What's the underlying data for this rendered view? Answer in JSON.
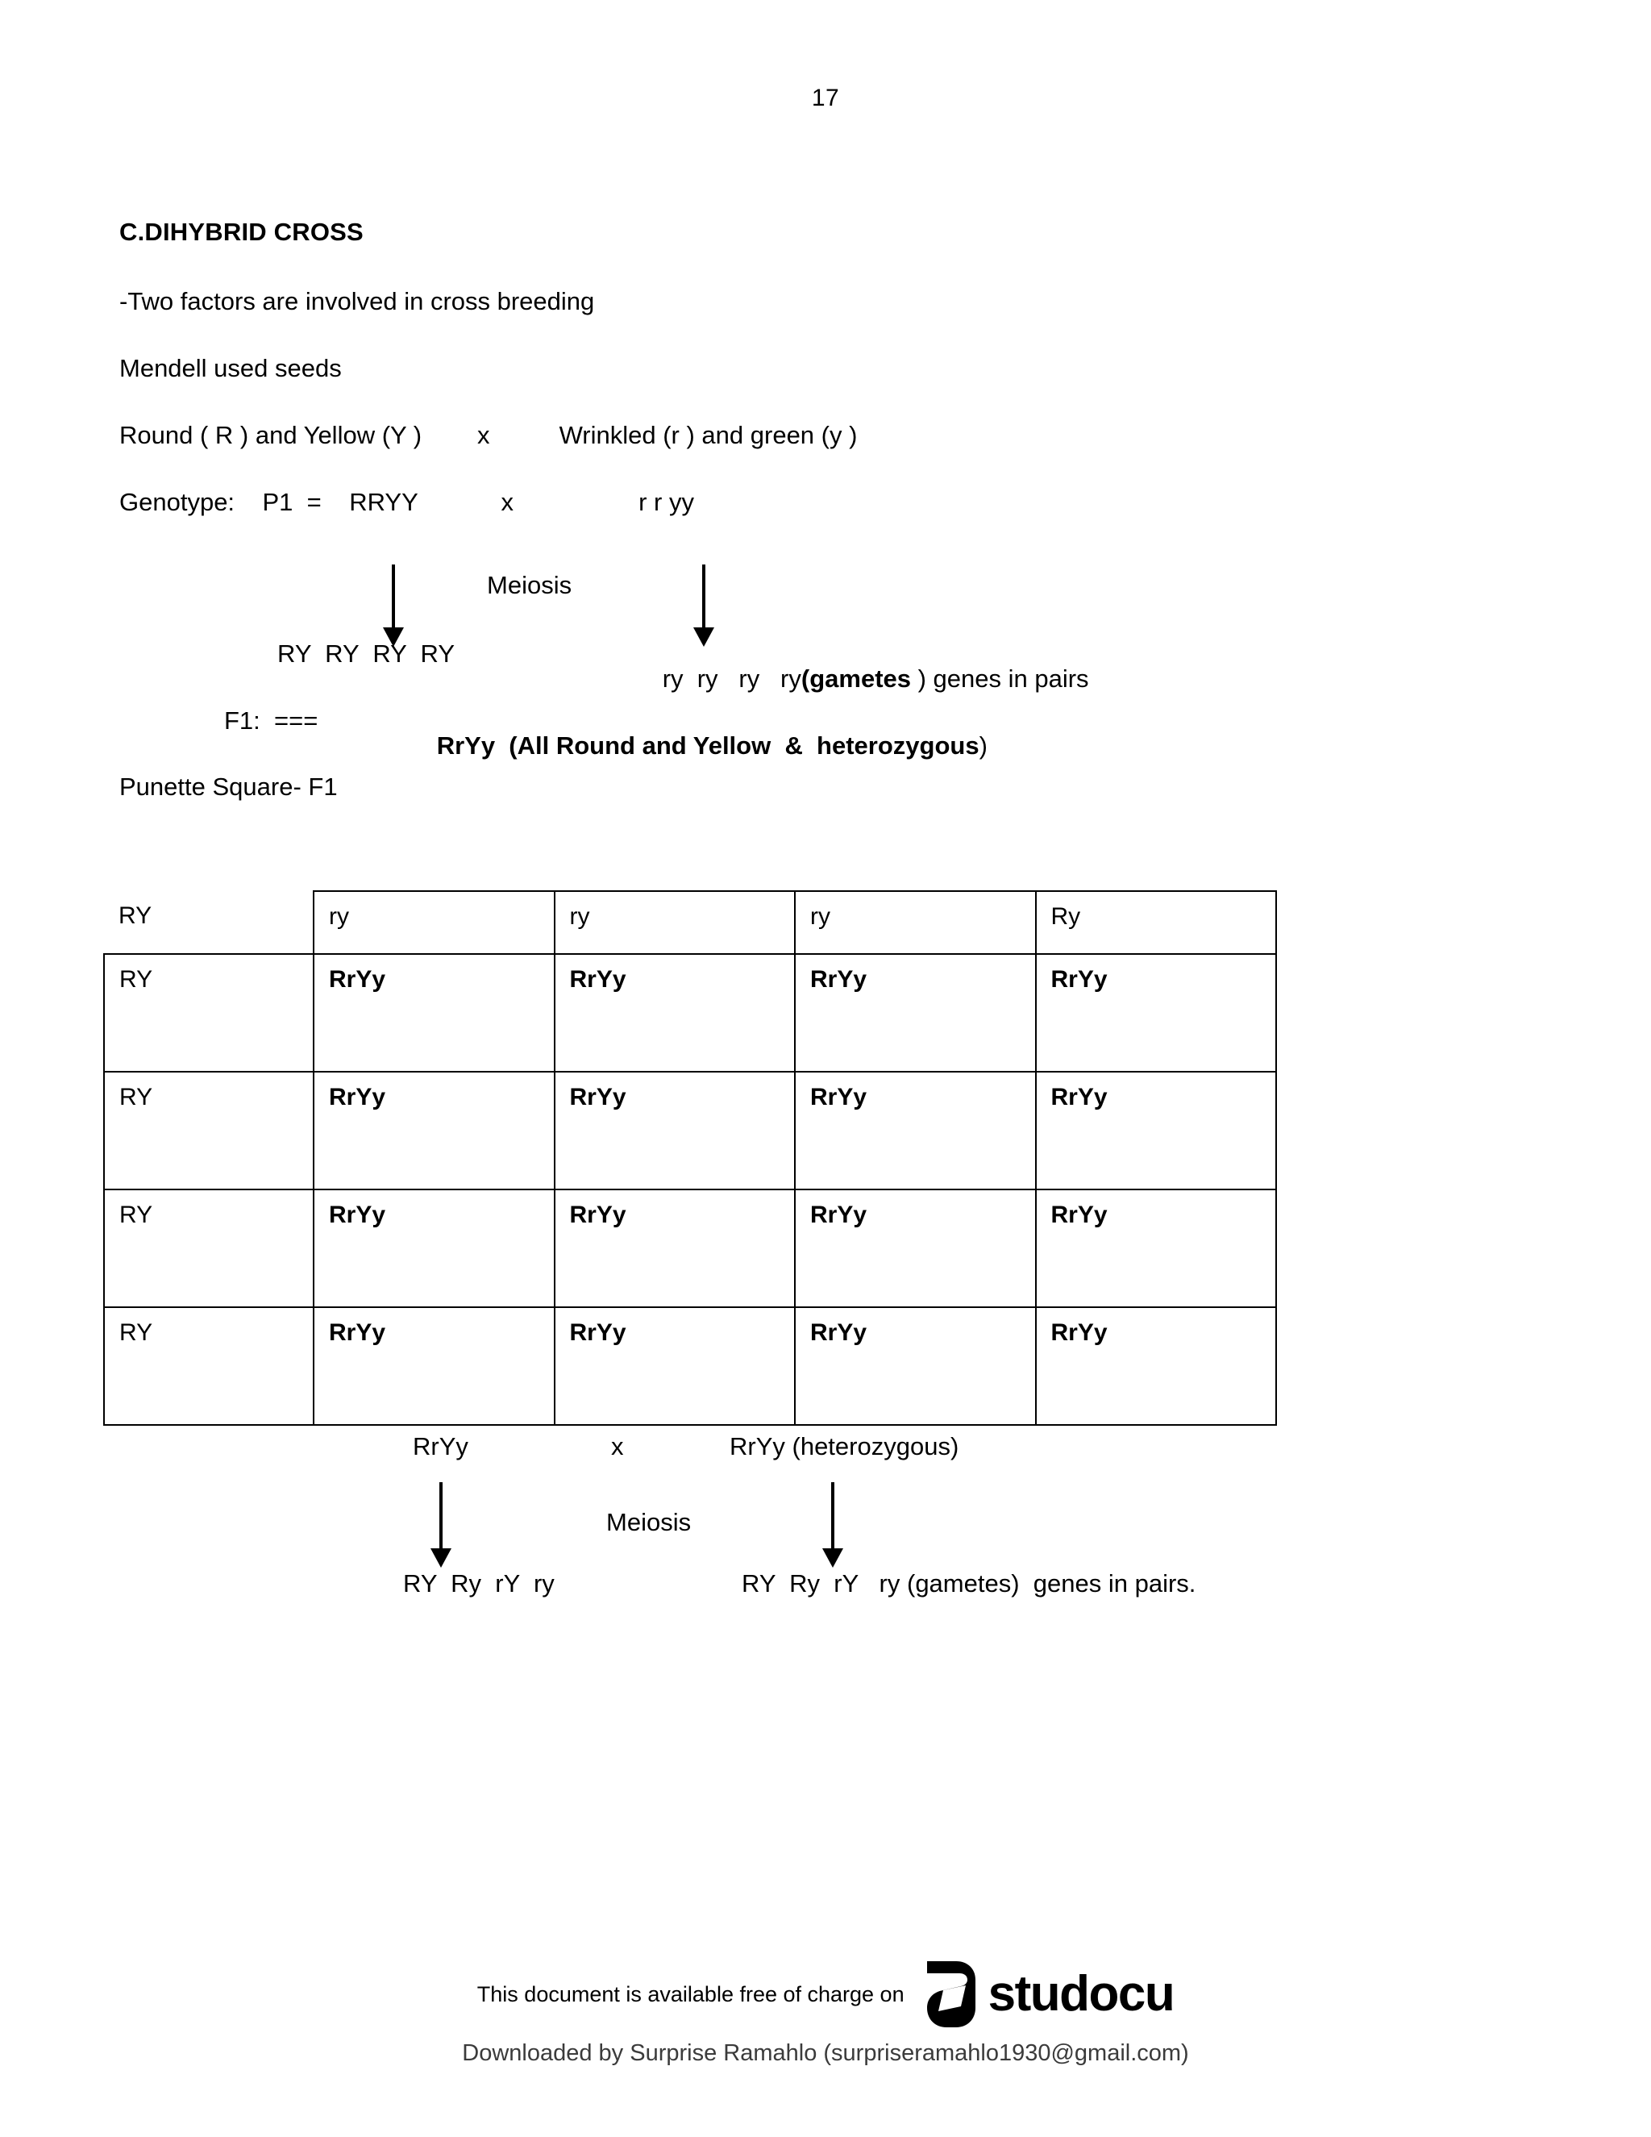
{
  "page": {
    "number": "17"
  },
  "section": {
    "heading": "C.DIHYBRID CROSS",
    "intro_line": "-Two factors are involved in cross breeding",
    "mendel_line": "Mendell used seeds",
    "traits_line": "Round ( R ) and Yellow (Y )        x          Wrinkled (r ) and green (y )",
    "genotype_line": "Genotype:    P1  =    RRYY            x                  r r yy",
    "punnett_caption": "Punette Square- F1"
  },
  "cross_top": {
    "meiosis_label": "Meiosis",
    "gametes_left": "RY  RY  RY  RY",
    "gametes_right": "ry  ry   ry   ry",
    "gametes_word": "(gametes",
    "gametes_suffix": " ) genes in pairs",
    "f1_label": "F1:  ===",
    "f1_result": "RrYy  (All Round and Yellow  &  heterozygous",
    "f1_result_close": ")"
  },
  "cross_bottom": {
    "parent_left": "RrYy",
    "cross_symbol": "x",
    "parent_right": "RrYy (heterozygous)",
    "meiosis_label": "Meiosis",
    "gametes_left": "RY  Ry  rY  ry",
    "gametes_right": "RY  Ry  rY   ry (gametes)  genes in pairs."
  },
  "punnett_table": {
    "columns": [
      "RY",
      "ry",
      "ry",
      "ry",
      "Ry"
    ],
    "rows": [
      {
        "label": "RY",
        "cells": [
          "RrYy",
          "RrYy",
          "RrYy",
          "RrYy"
        ]
      },
      {
        "label": "RY",
        "cells": [
          "RrYy",
          "RrYy",
          "RrYy",
          "RrYy"
        ]
      },
      {
        "label": "RY",
        "cells": [
          "RrYy",
          "RrYy",
          "RrYy",
          "RrYy"
        ]
      },
      {
        "label": "RY",
        "cells": [
          "RrYy",
          "RrYy",
          "RrYy",
          "RrYy"
        ]
      }
    ]
  },
  "footer": {
    "note": "This document is available free of charge on",
    "brand": "studocu",
    "downloaded_by": "Downloaded by Surprise Ramahlo (surpriseramahlo1930@gmail.com)"
  }
}
